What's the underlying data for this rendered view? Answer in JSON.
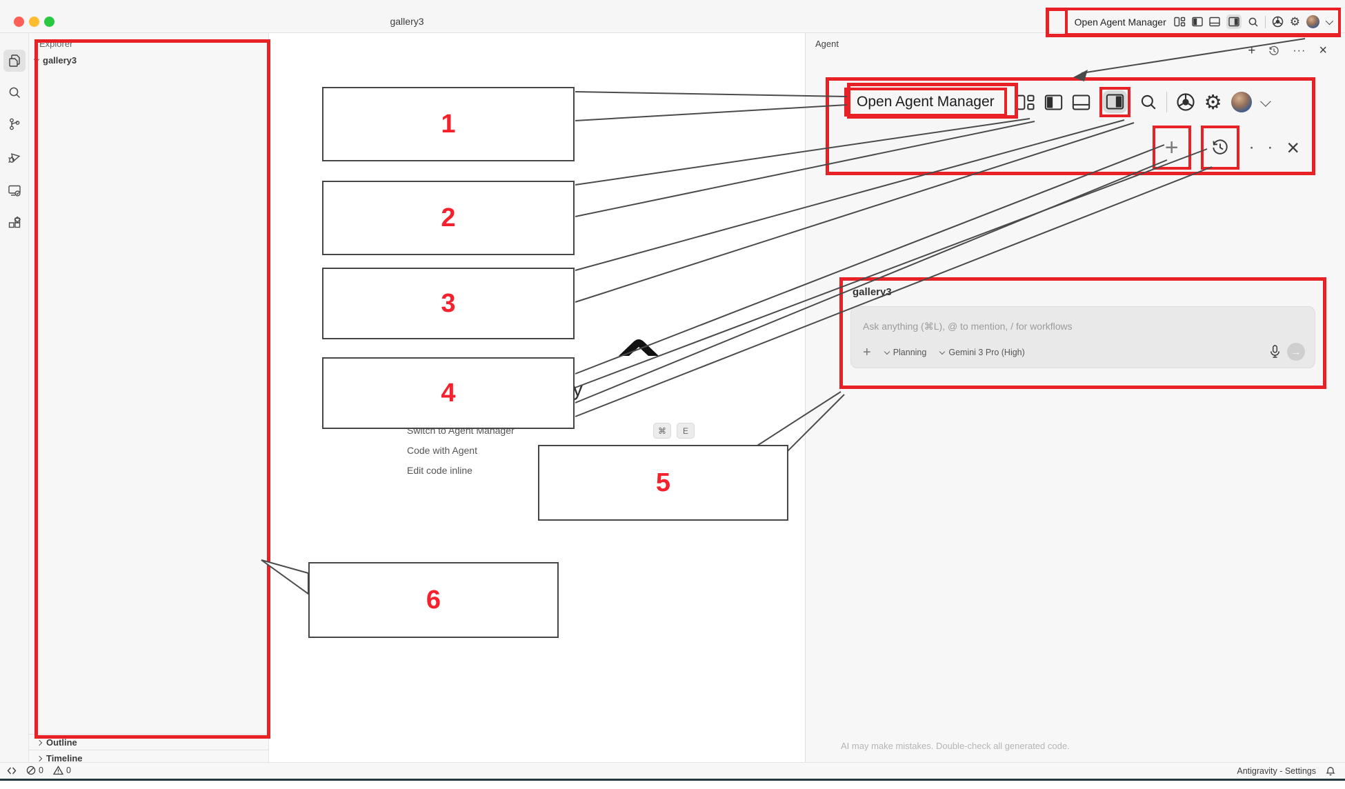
{
  "window": {
    "title": "gallery3"
  },
  "titlebar": {
    "open_agent_manager": "Open Agent Manager",
    "icons": [
      "customize-layout",
      "toggle-panel-left",
      "toggle-panel-bottom",
      "toggle-panel-right",
      "search",
      "browser",
      "settings-gear",
      "avatar",
      "chevron-down"
    ]
  },
  "activity_bar": {
    "items": [
      {
        "label": "Explorer",
        "icon": "files-icon",
        "active": true
      },
      {
        "label": "Search",
        "icon": "search-icon",
        "active": false
      },
      {
        "label": "Source Control",
        "icon": "source-control-icon",
        "active": false
      },
      {
        "label": "Run and Debug",
        "icon": "debug-icon",
        "active": false
      },
      {
        "label": "Remote Explorer",
        "icon": "remote-explorer-icon",
        "active": false
      },
      {
        "label": "Extensions",
        "icon": "extensions-icon",
        "active": false
      }
    ]
  },
  "explorer": {
    "title": "Explorer",
    "more": "···",
    "root_folder": "gallery3",
    "sections": [
      "Outline",
      "Timeline"
    ]
  },
  "welcome": {
    "brand_tail": "y",
    "shortcuts": [
      {
        "label": "Switch to Agent Manager",
        "keys": [
          "⌘",
          "E"
        ]
      },
      {
        "label": "Code with Agent"
      },
      {
        "label": "Edit code inline"
      }
    ]
  },
  "agent_panel": {
    "title": "Agent",
    "header_icons": [
      "new-chat",
      "history",
      "more",
      "close"
    ],
    "disclaimer": "AI may make mistakes. Double-check all generated code."
  },
  "mock_toolbar": {
    "label": "Open Agent Manager",
    "row1_icons": [
      "customize-layout",
      "toggle-panel-left",
      "toggle-panel-bottom",
      "toggle-panel-right",
      "search",
      "browser",
      "settings-gear",
      "avatar",
      "chevron-down"
    ],
    "row2_icons": [
      "new-chat-plus",
      "history-clock",
      "more-dots",
      "close-x"
    ],
    "plus": "+",
    "dots": "· ·",
    "close": "×"
  },
  "mock_chat": {
    "title": "gallery3",
    "placeholder": "Ask anything (⌘L), @ to mention, / for workflows",
    "add": "+",
    "mode": "Planning",
    "model": "Gemini 3 Pro (High)",
    "send_arrow": "→",
    "right_icons": [
      "microphone",
      "send"
    ]
  },
  "status_bar": {
    "errors": "0",
    "warnings": "0",
    "right_label": "Antigravity - Settings"
  },
  "annotations": {
    "highlight_color": "#e82127",
    "number_color": "#f5222d",
    "callouts": [
      "1",
      "2",
      "3",
      "4",
      "5",
      "6"
    ]
  }
}
